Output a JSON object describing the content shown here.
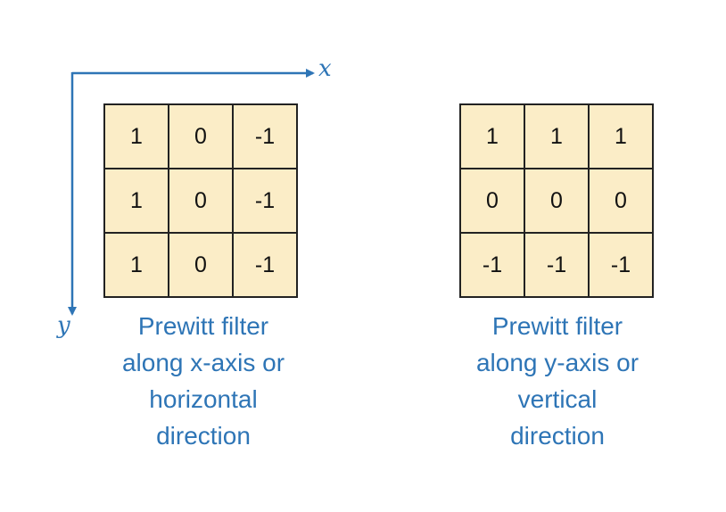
{
  "axes": {
    "x_label": "x",
    "y_label": "y",
    "color": "#2e75b6"
  },
  "filters": [
    {
      "matrix": [
        [
          "1",
          "0",
          "-1"
        ],
        [
          "1",
          "0",
          "-1"
        ],
        [
          "1",
          "0",
          "-1"
        ]
      ],
      "caption": [
        "Prewitt filter",
        "along x-axis or",
        "horizontal",
        "direction"
      ]
    },
    {
      "matrix": [
        [
          "1",
          "1",
          "1"
        ],
        [
          "0",
          "0",
          "0"
        ],
        [
          "-1",
          "-1",
          "-1"
        ]
      ],
      "caption": [
        "Prewitt filter",
        "along y-axis or",
        "vertical",
        "direction"
      ]
    }
  ],
  "colors": {
    "cell_fill": "#fbedc7",
    "caption": "#2e75b6",
    "border": "#222222"
  }
}
